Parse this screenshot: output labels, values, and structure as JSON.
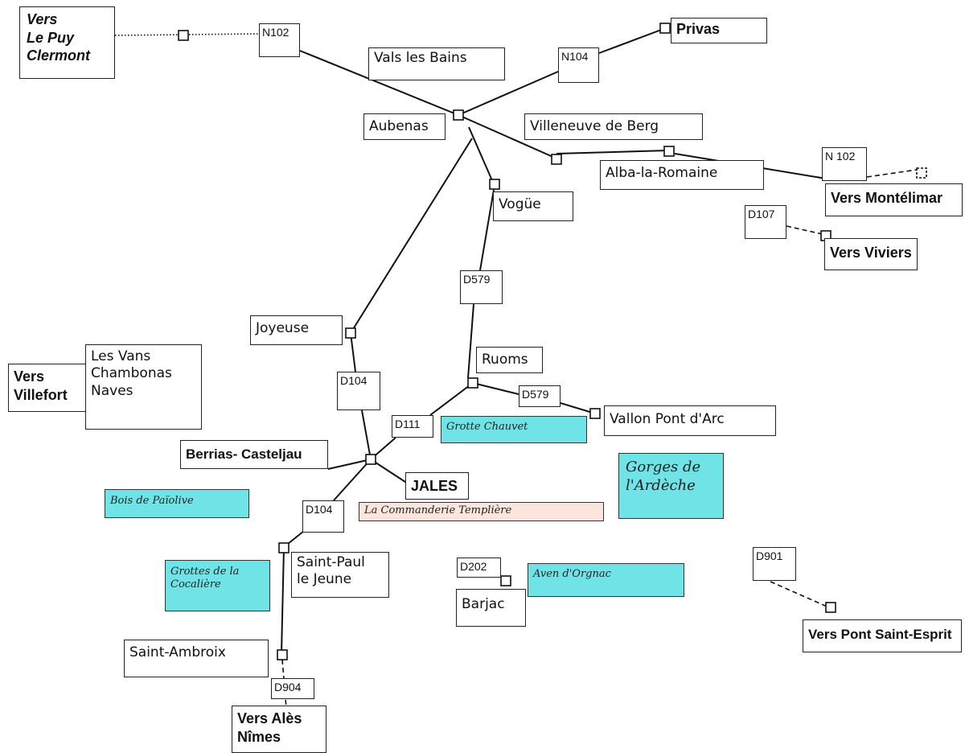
{
  "colors": {
    "site_fill": "#6FE3E6",
    "commanderie_fill": "#FBE5DD",
    "line": "#111111"
  },
  "destinations": {
    "le_puy": "Vers\nLe Puy\nClermont",
    "privas": "Privas",
    "montelimar": "Vers Montélimar",
    "viviers": "Vers Viviers",
    "villefort": "Vers\nVillefort",
    "pont_saint_esprit": "Vers Pont Saint-Esprit",
    "ales": "Vers Alès\nNîmes"
  },
  "towns": {
    "vals_les_bains": "Vals les Bains",
    "aubenas": "Aubenas",
    "villeneuve_de_berg": "Villeneuve de Berg",
    "alba_la_romaine": "Alba-la-Romaine",
    "vogue": "Vogüe",
    "joyeuse": "Joyeuse",
    "ruoms": "Ruoms",
    "les_vans": "Les Vans\nChambonas\nNaves",
    "vallon_pont_darc": "Vallon Pont d'Arc",
    "berrias": "Berrias- Casteljau",
    "jales": "JALES",
    "saint_paul": "Saint-Paul\n le Jeune",
    "barjac": "Barjac",
    "saint_ambroix": "Saint-Ambroix"
  },
  "roads": {
    "n102_west": "N102",
    "n104": "N104",
    "n102_east": "N 102",
    "d107": "D107",
    "d579_north": "D579",
    "d579_east": "D579",
    "d104_north": "D104",
    "d111": "D111",
    "d104_south": "D104",
    "d202": "D202",
    "d901": "D901",
    "d904": "D904"
  },
  "sites": {
    "grotte_chauvet": "Grotte Chauvet",
    "gorges_ardeche": "Gorges de\nl'Ardèche",
    "bois_paiolive": "Bois de Païolive",
    "commanderie": "La Commanderie Templière",
    "grottes_cocaliere": "Grottes de la\nCocalière",
    "aven_orgnac": "Aven d'Orgnac"
  }
}
